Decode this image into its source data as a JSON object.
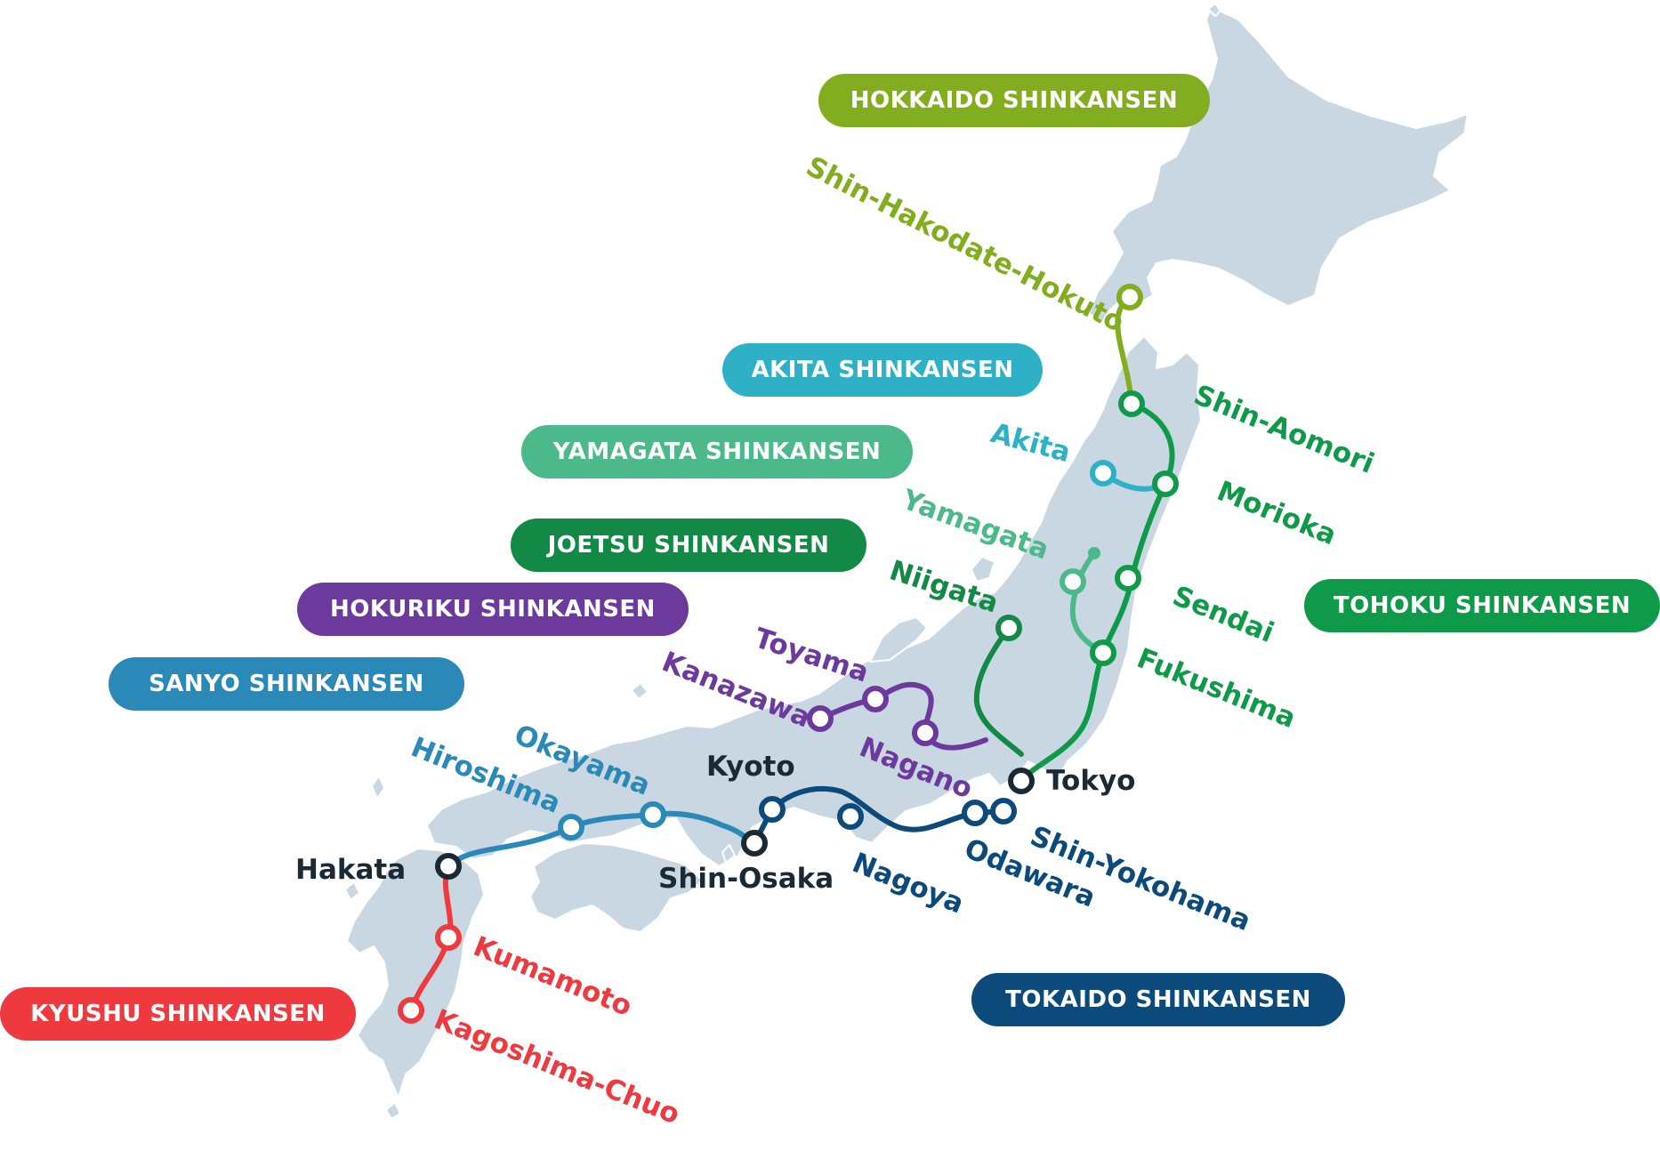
{
  "colors": {
    "hokkaido": "#82ad1f",
    "tohoku": "#0f9a4a",
    "akita": "#2eb0c7",
    "yamagata": "#4bb98a",
    "joetsu": "#128a45",
    "hokuriku": "#6b3a9c",
    "sanyo": "#2b89b8",
    "tokaido": "#0b4a7a",
    "kyushu": "#ee3a3f",
    "hub": "#1a2933",
    "land": "#c9d7e2"
  },
  "lines": {
    "hokkaido": "HOKKAIDO SHINKANSEN",
    "akita": "AKITA SHINKANSEN",
    "yamagata": "YAMAGATA SHINKANSEN",
    "joetsu": "JOETSU SHINKANSEN",
    "hokuriku": "HOKURIKU SHINKANSEN",
    "sanyo": "SANYO SHINKANSEN",
    "tohoku": "TOHOKU SHINKANSEN",
    "tokaido": "TOKAIDO SHINKANSEN",
    "kyushu": "KYUSHU SHINKANSEN"
  },
  "stations": {
    "shin_hakodate_hokuto": "Shin-Hakodate-Hokuto",
    "shin_aomori": "Shin-Aomori",
    "akita": "Akita",
    "morioka": "Morioka",
    "yamagata": "Yamagata",
    "niigata": "Niigata",
    "sendai": "Sendai",
    "fukushima": "Fukushima",
    "toyama": "Toyama",
    "kanazawa": "Kanazawa",
    "nagano": "Nagano",
    "tokyo": "Tokyo",
    "kyoto": "Kyoto",
    "okayama": "Okayama",
    "hiroshima": "Hiroshima",
    "shin_osaka": "Shin-Osaka",
    "nagoya": "Nagoya",
    "odawara": "Odawara",
    "shin_yokohama": "Shin-Yokohama",
    "hakata": "Hakata",
    "kumamoto": "Kumamoto",
    "kagoshima_chuo": "Kagoshima-Chuo"
  }
}
